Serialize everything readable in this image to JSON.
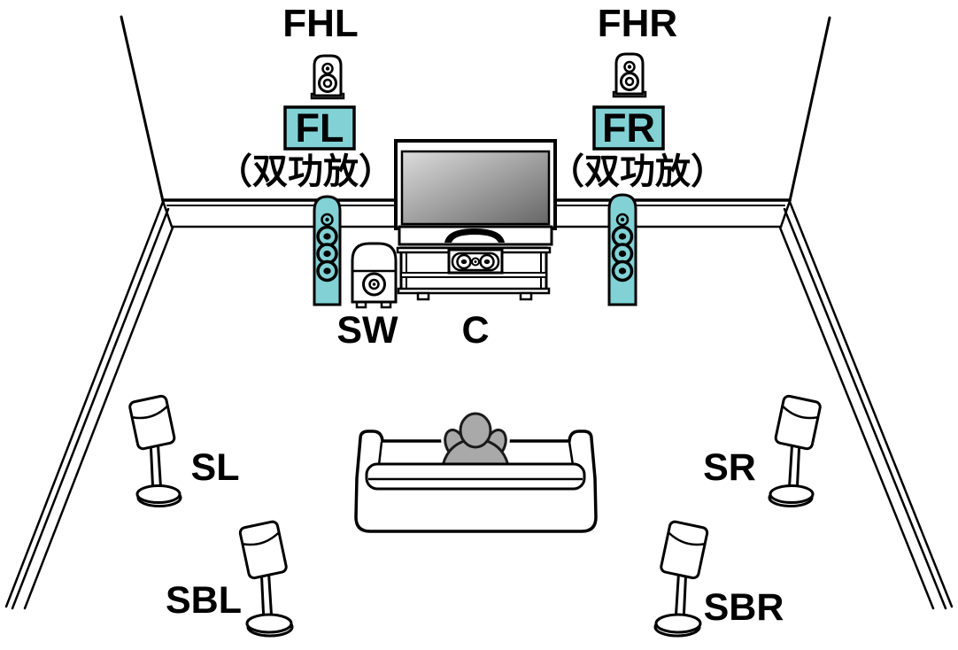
{
  "labels": {
    "front_height_left": "FHL",
    "front_height_right": "FHR",
    "front_left": "FL",
    "front_right": "FR",
    "front_left_note": "（双功放）",
    "front_right_note": "（双功放）",
    "subwoofer": "SW",
    "center": "C",
    "surround_left": "SL",
    "surround_right": "SR",
    "surround_back_left": "SBL",
    "surround_back_right": "SBR"
  },
  "colors": {
    "speaker_accent": "#82d2d5",
    "listener_fill": "#a9a9a9",
    "outline": "#000000",
    "screen_light": "#dcdcdc",
    "screen_dark": "#666666"
  }
}
